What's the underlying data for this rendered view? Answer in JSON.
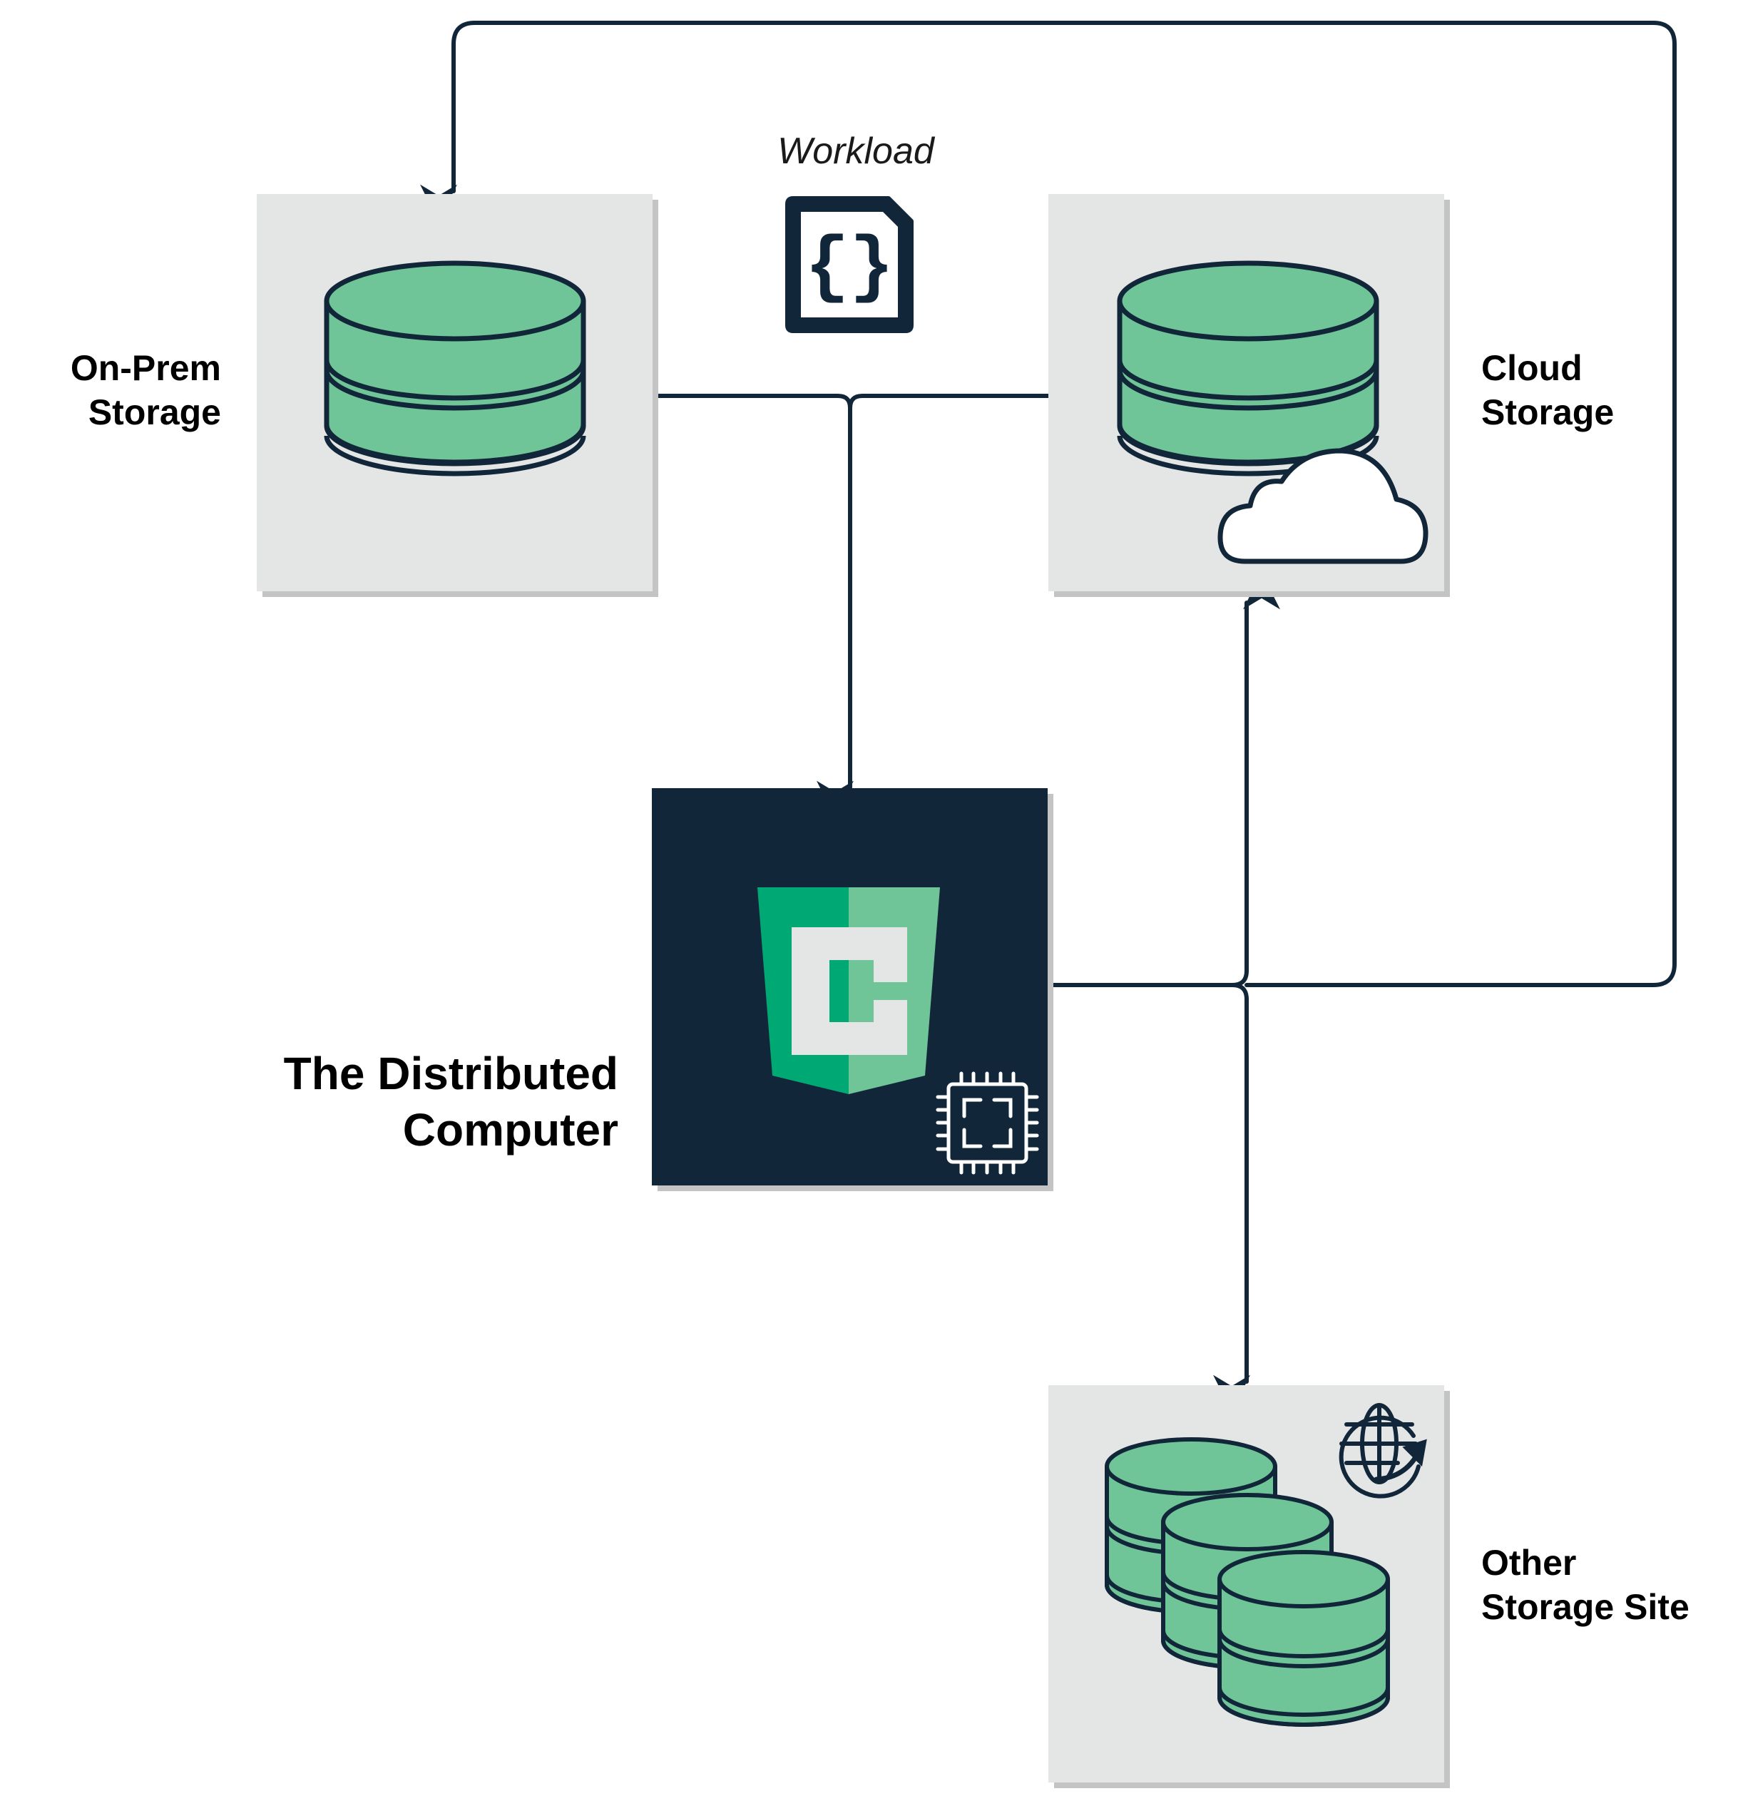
{
  "colors": {
    "box_fill": "#e4e6e5",
    "box_shadow": "#c4c4c4",
    "db_green": "#6fc597",
    "dark_navy": "#12263a",
    "logo_green": "#00a874",
    "line": "#12263a"
  },
  "icons": [
    "database-icon",
    "cloud-icon",
    "globe-icon",
    "code-file-icon",
    "chip-icon",
    "c-shield-logo"
  ],
  "nodes": {
    "workload": {
      "label": "Workload"
    },
    "on_prem": {
      "line1": "On-Prem",
      "line2": "Storage"
    },
    "cloud": {
      "line1": "Cloud",
      "line2": "Storage"
    },
    "computer": {
      "line1": "The Distributed",
      "line2": "Computer"
    },
    "other": {
      "line1": "Other",
      "line2": "Storage Site"
    }
  },
  "edges": [
    {
      "from": "on_prem",
      "to": "computer"
    },
    {
      "from": "cloud",
      "to": "computer"
    },
    {
      "from": "computer",
      "to": "cloud"
    },
    {
      "from": "computer",
      "to": "on_prem"
    },
    {
      "from": "computer",
      "to": "other"
    }
  ]
}
